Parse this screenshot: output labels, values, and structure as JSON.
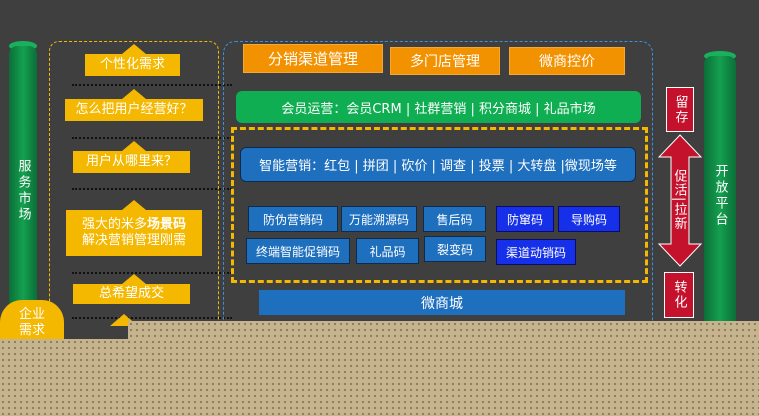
{
  "left_pillar": "服务市场",
  "right_pillar": "开放平台",
  "enterprise_badge": "企业需求",
  "left_column": [
    {
      "text": "个性化需求"
    },
    {
      "text": "怎么把用户经营好？"
    },
    {
      "text": "用户从哪里来？"
    },
    {
      "text_line1_prefix": "强大的米多",
      "text_line1_bold": "场景码",
      "text_line2": "解决营销管理刚需"
    },
    {
      "text": "总希望成交"
    }
  ],
  "top_row": [
    "分销渠道管理",
    "多门店管理",
    "微商控价"
  ],
  "member_bar": "会员运营：会员CRM | 社群营销 | 积分商城 | 礼品市场",
  "smart_bar": "智能营销：红包 | 拼团 | 砍价 | 调查 | 投票 | 大转盘 |微现场等",
  "code_row1": [
    "防伪营销码",
    "万能溯源码",
    "售后码",
    "防窜码",
    "导购码"
  ],
  "code_row2": [
    "终端智能促销码",
    "礼品码",
    "裂变码",
    "渠道动销码"
  ],
  "micro_mall": "微商城",
  "right_labels": {
    "retain": "留存",
    "promote_pull": "促活|拉新",
    "convert": "转化"
  },
  "colors": {
    "background": "#3f3f3f",
    "green": "#14a050",
    "yellow": "#f5b800",
    "orange": "#f39200",
    "blue": "#1f6fbf",
    "bright_blue": "#1530e8",
    "red": "#c4122d"
  }
}
